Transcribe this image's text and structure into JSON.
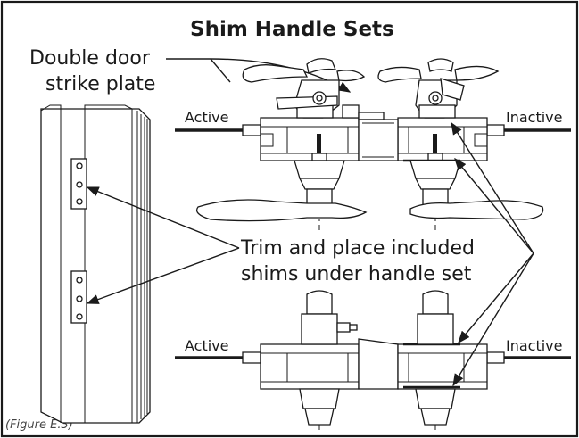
{
  "figure": {
    "title": "Shim Handle Sets",
    "strike_label_line1": "Double door",
    "strike_label_line2": "strike plate",
    "active_top": "Active",
    "inactive_top": "Inactive",
    "active_bottom": "Active",
    "inactive_bottom": "Inactive",
    "note_line1": "Trim and place included",
    "note_line2": "shims under handle set",
    "caption": "(Figure E.3)"
  },
  "colors": {
    "line": "#1a1a1a",
    "background": "#ffffff",
    "border": "#1a1a1a"
  }
}
